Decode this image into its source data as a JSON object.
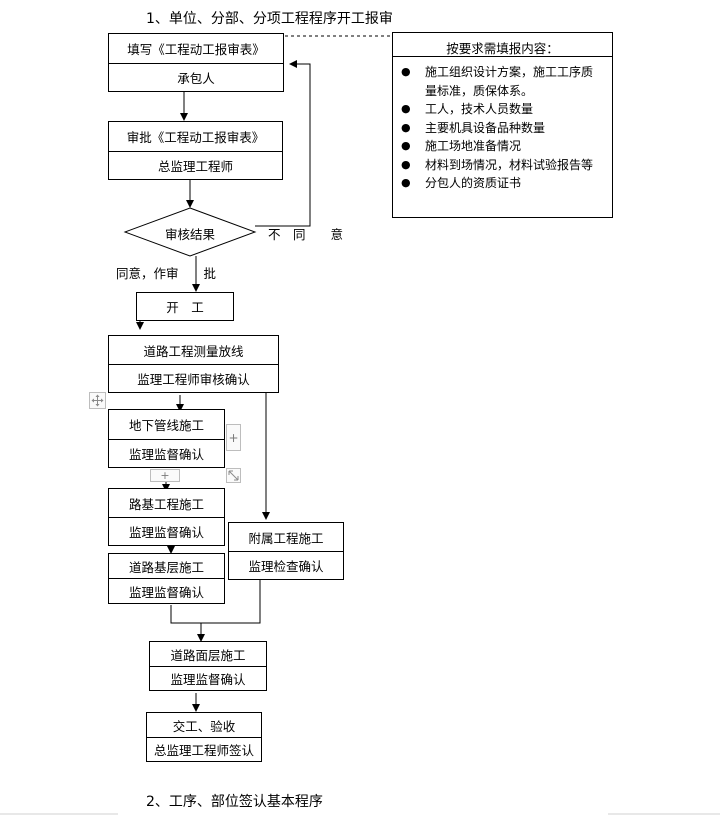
{
  "headings": {
    "section1": "1、单位、分部、分项工程程序开工报审",
    "section2": "2、工序、部位签认基本程序"
  },
  "flow": {
    "fill_form": {
      "top": "填写《工程动工报审表》",
      "bottom": "承包人"
    },
    "approve_form": {
      "top": "审批《工程动工报审表》",
      "bottom": "总监理工程师"
    },
    "review_result": "审核结果",
    "disagree_label": "不　同　　意",
    "agree_label": "同意，作审　　批",
    "start_work": "开　工",
    "survey": {
      "top": "道路工程测量放线",
      "bottom": "监理工程师审核确认"
    },
    "pipeline": {
      "top": "地下管线施工",
      "bottom": "监理监督确认"
    },
    "subgrade": {
      "top": "路基工程施工",
      "bottom": "监理监督确认"
    },
    "base_layer": {
      "top": "道路基层施工",
      "bottom": "监理监督确认"
    },
    "ancillary": {
      "top": "附属工程施工",
      "bottom": "监理检查确认"
    },
    "surface_layer": {
      "top": "道路面层施工",
      "bottom": "监理监督确认"
    },
    "handover": {
      "top": "交工、验收",
      "bottom": "总监理工程师签认"
    }
  },
  "requirements": {
    "title": "按要求需填报内容：",
    "items": [
      "施工组织设计方案，施工工序质量标准，质保体系。",
      "工人，技术人员数量",
      "主要机具设备品种数量",
      "施工场地准备情况",
      "材料到场情况，材料试验报告等",
      "分包人的资质证书"
    ]
  },
  "editor_handles": {
    "plus": "+",
    "move_icon": "move-icon",
    "resize_icon": "resize-icon"
  }
}
